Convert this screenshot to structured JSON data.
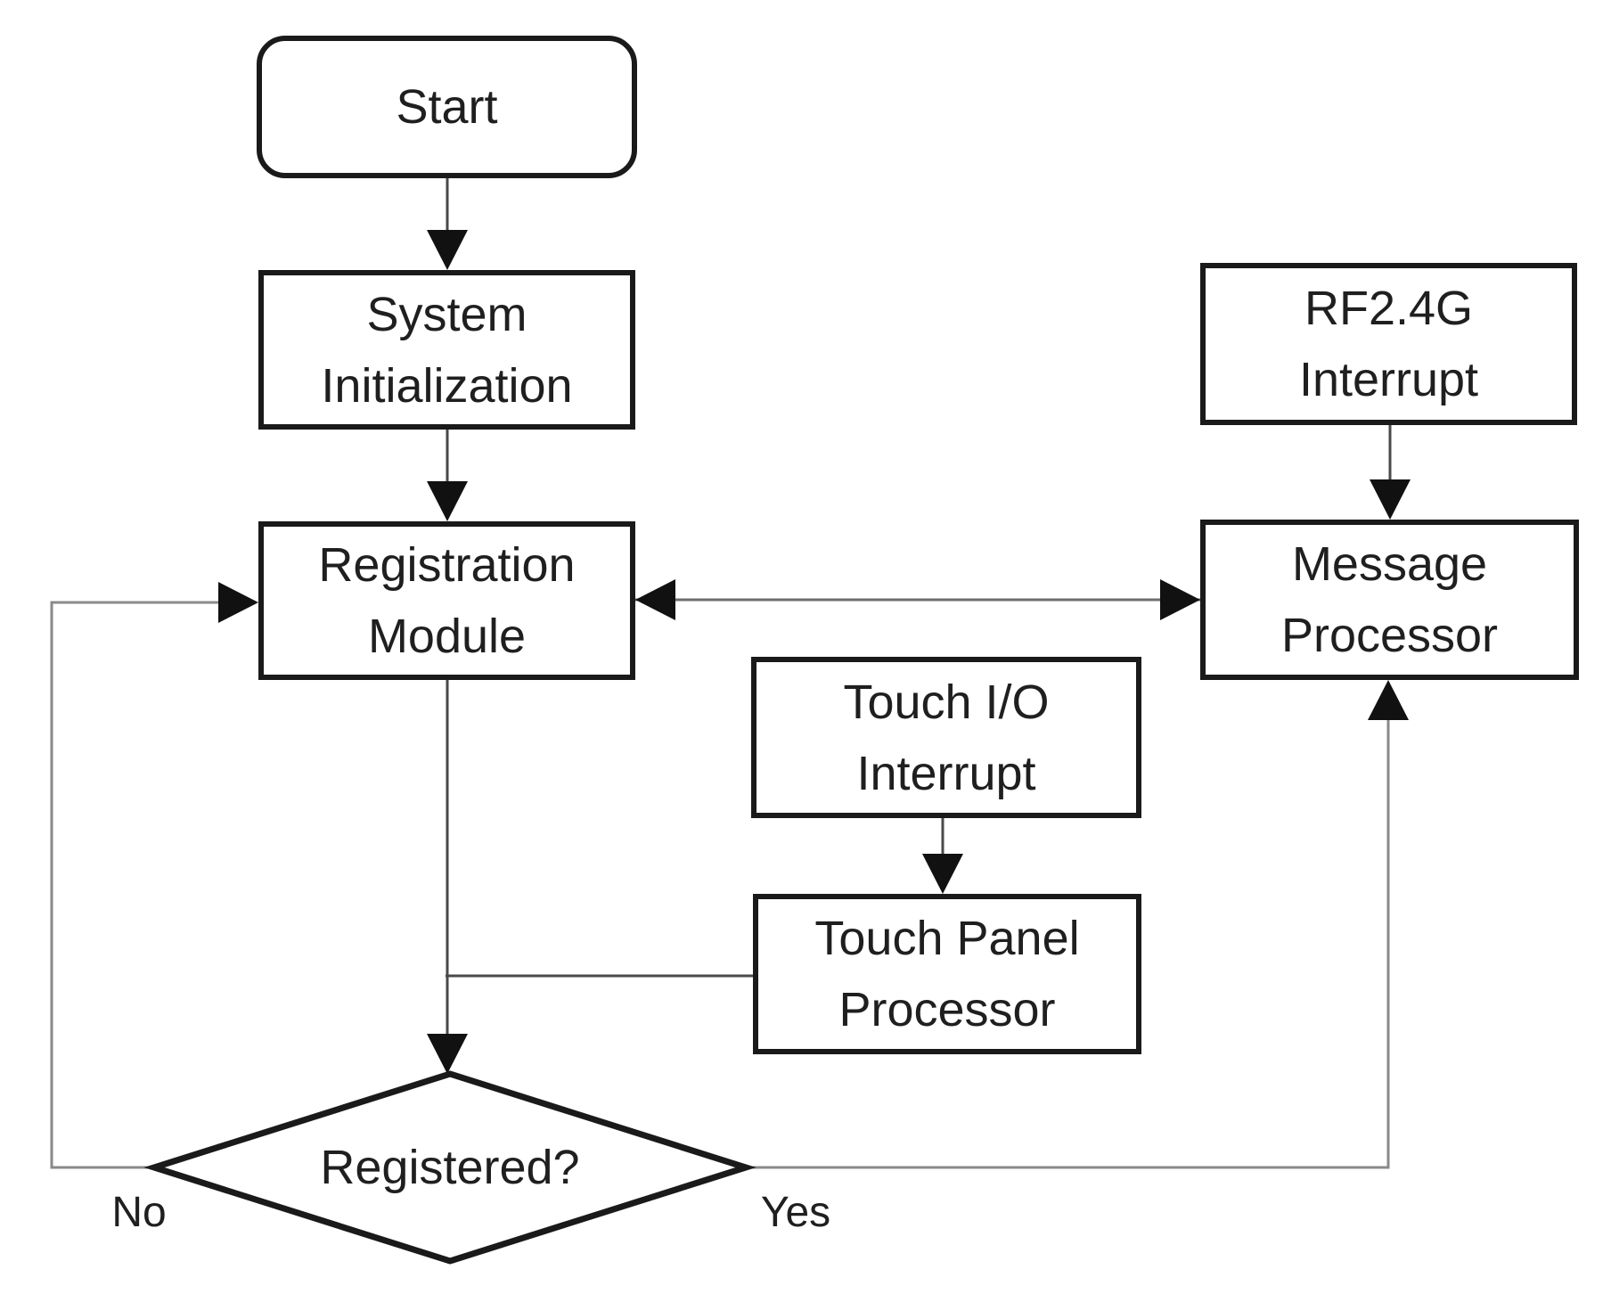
{
  "nodes": {
    "start": {
      "line1": "Start"
    },
    "system_init": {
      "line1": "System",
      "line2": "Initialization"
    },
    "registration": {
      "line1": "Registration",
      "line2": "Module"
    },
    "rf_interrupt": {
      "line1": "RF2.4G",
      "line2": "Interrupt"
    },
    "message_processor": {
      "line1": "Message",
      "line2": "Processor"
    },
    "touch_interrupt": {
      "line1": "Touch I/O",
      "line2": "Interrupt"
    },
    "touch_panel": {
      "line1": "Touch Panel",
      "line2": "Processor"
    },
    "decision": {
      "line1": "Registered?"
    }
  },
  "edge_labels": {
    "no": "No",
    "yes": "Yes"
  },
  "colors": {
    "background": "#ffffff",
    "box_border": "#1a1a1a",
    "text": "#1f1f1f",
    "connector_dark": "#4a4a4a",
    "connector_gray": "#8a8a8a",
    "arrowhead": "#111111"
  }
}
